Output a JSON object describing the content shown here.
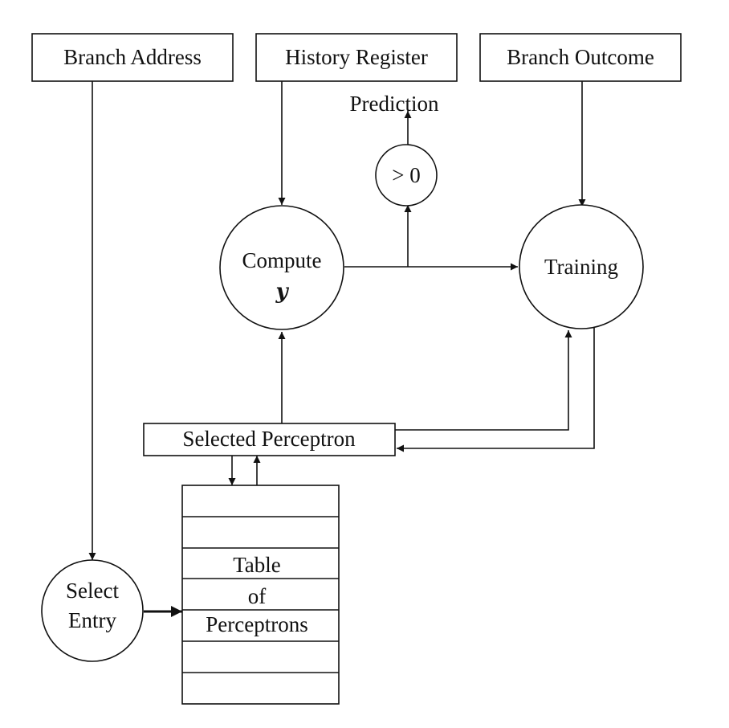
{
  "inputs": {
    "branch_address": "Branch Address",
    "history_register": "History Register",
    "branch_outcome": "Branch Outcome"
  },
  "prediction": {
    "label": "Prediction",
    "threshold": "> 0"
  },
  "compute": {
    "line1": "Compute",
    "line2": "y"
  },
  "training": "Training",
  "selected_perceptron": "Selected Perceptron",
  "select_entry": {
    "line1": "Select",
    "line2": "Entry"
  },
  "table": {
    "line1": "Table",
    "line2": "of",
    "line3": "Perceptrons",
    "rows": 7
  }
}
